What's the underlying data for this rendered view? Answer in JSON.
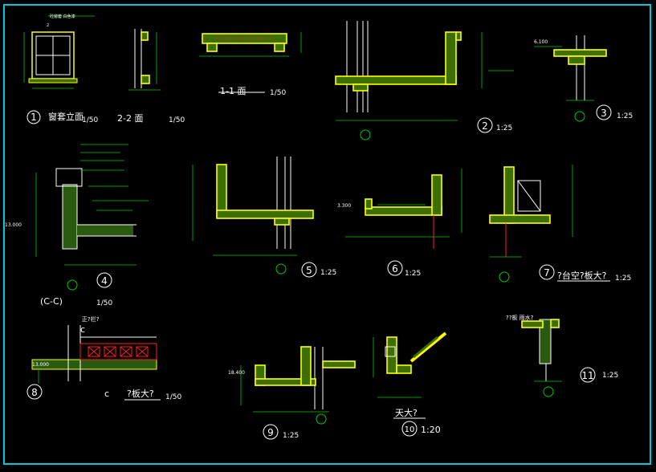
{
  "frame_color": "#00c8d8",
  "accent_colors": {
    "dimension": "#00c800",
    "outline": "#ffff00",
    "wall": "#ffffff",
    "fill": "#3c6e00",
    "label": "#ffffff",
    "decor": "#ff2020"
  },
  "details": [
    {
      "number": "1",
      "title": "窗套立面",
      "scale": "1/50"
    },
    {
      "number": "",
      "title": "2-2 面",
      "scale": "1/50"
    },
    {
      "number": "",
      "title": "1-1 面",
      "scale": "1/50"
    },
    {
      "number": "2",
      "title": "",
      "scale": "1:25"
    },
    {
      "number": "3",
      "title": "",
      "scale": "1:25"
    },
    {
      "number": "4",
      "title": "(C-C)",
      "scale": "1/50"
    },
    {
      "number": "5",
      "title": "",
      "scale": "1:25"
    },
    {
      "number": "6",
      "title": "",
      "scale": "1:25"
    },
    {
      "number": "7",
      "title": "?台空?板大?",
      "scale": "1:25"
    },
    {
      "number": "8",
      "title": "?板大?",
      "scale": "1/50"
    },
    {
      "number": "9",
      "title": "",
      "scale": "1:25"
    },
    {
      "number": "10",
      "title": "天大?",
      "scale": "1:20"
    },
    {
      "number": "11",
      "title": "",
      "scale": "1:25"
    }
  ],
  "annotations": {
    "elev_4": "13.000",
    "elev_6": "3.300",
    "elev_8": "13.000",
    "elev_9": "18.400",
    "elev_3": "6.100",
    "mark_8_c1": "c",
    "mark_8_c2": "c",
    "note_11": "??板 雨水?",
    "label_8": "正?栏?"
  }
}
